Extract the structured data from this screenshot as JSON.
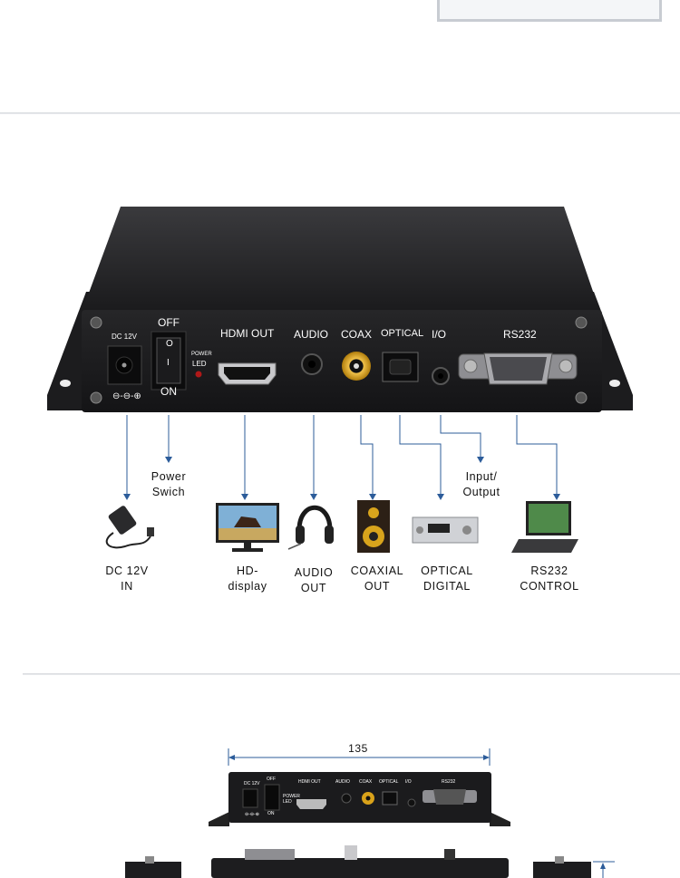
{
  "panel_labels": {
    "dc": "DC 12V",
    "off": "OFF",
    "on": "ON",
    "power": "POWER",
    "led": "LED",
    "hdmi": "HDMI OUT",
    "audio": "AUDIO",
    "coax": "COAX",
    "optical": "OPTICAL",
    "io": "I/O",
    "rs232": "RS232",
    "polarity": "⊖-⊖-⊕",
    "switch_o": "O",
    "switch_i": "I"
  },
  "callouts": {
    "power_switch": [
      "Power",
      "Swich"
    ],
    "input_output": [
      "Input/",
      "Output"
    ]
  },
  "devices": [
    {
      "name": "dc-in",
      "label": [
        "DC 12V",
        "IN"
      ]
    },
    {
      "name": "hd-display",
      "label": [
        "HD-",
        "display"
      ]
    },
    {
      "name": "audio-out",
      "label": [
        "AUDIO",
        "OUT"
      ]
    },
    {
      "name": "coaxial-out",
      "label": [
        "COAXIAL",
        "OUT"
      ]
    },
    {
      "name": "optical-digital",
      "label": [
        "OPTICAL",
        "DIGITAL"
      ]
    },
    {
      "name": "rs232-control",
      "label": [
        "RS232",
        "CONTROL"
      ]
    }
  ],
  "dimension": {
    "width": "135"
  },
  "colors": {
    "device_body": "#1d1d1f",
    "connector_lines": "#2c5c9a",
    "rca_gold": "#d9a21a",
    "text": "#111111"
  }
}
